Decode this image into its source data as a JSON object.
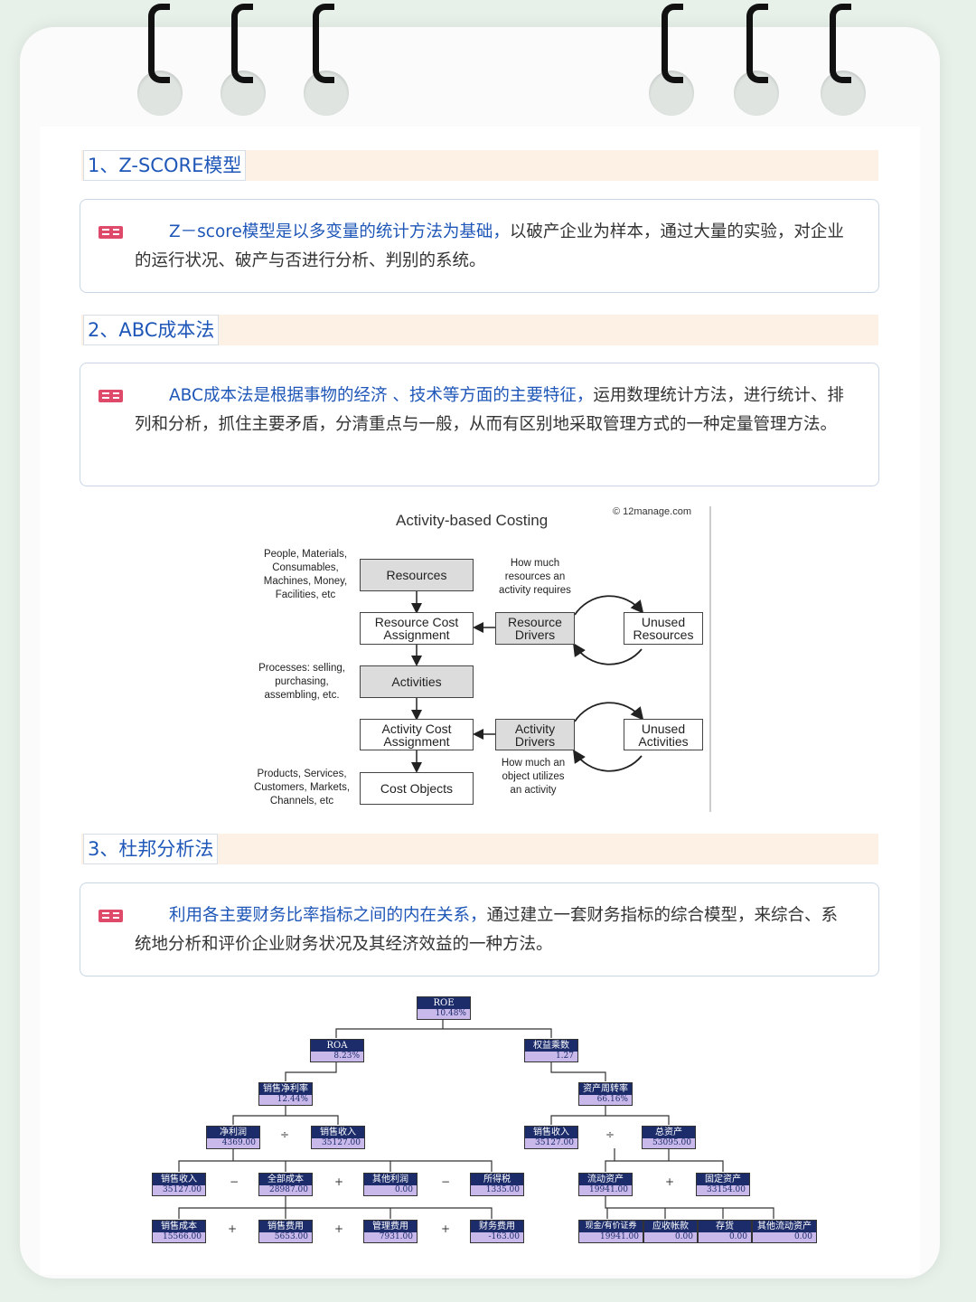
{
  "sections": [
    {
      "title": "1、Z-SCORE模型",
      "highlight": "Z－score模型是以多变量的统计方法为基础，",
      "body": "以破产企业为样本，通过大量的实验，对企业的运行状况、破产与否进行分析、判别的系统。"
    },
    {
      "title": "2、ABC成本法",
      "highlight": "ABC成本法是根据事物的经济 、技术等方面的主要特征，",
      "body": "运用数理统计方法，进行统计、排列和分析，抓住主要矛盾，分清重点与一般，从而有区别地采取管理方式的一种定量管理方法。"
    },
    {
      "title": "3、杜邦分析法",
      "highlight": "利用各主要财务比率指标之间的内在关系，",
      "body": "通过建立一套财务指标的综合模型，来综合、系统地分析和评价企业财务状况及其经济效益的一种方法。"
    }
  ],
  "abc_figure": {
    "title": "Activity-based Costing",
    "copyright": "© 12manage.com",
    "nodes": {
      "resources": "Resources",
      "rca": "Resource Cost Assignment",
      "activities": "Activities",
      "aca": "Activity Cost Assignment",
      "cost_objects": "Cost Objects",
      "resource_drivers": "Resource Drivers",
      "activity_drivers": "Activity Drivers",
      "unused_resources": "Unused Resources",
      "unused_activities": "Unused Activities"
    },
    "labels": {
      "people": "People, Materials, Consumables, Machines, Money, Facilities, etc",
      "processes": "Processes: selling, purchasing, assembling, etc.",
      "products": "Products, Services, Customers, Markets, Channels, etc",
      "how_much_resources": "How much resources an activity requires",
      "how_much_object": "How much an object utilizes an activity"
    }
  },
  "dupont": {
    "roe": {
      "label": "ROE",
      "value": "10.48%"
    },
    "roa": {
      "label": "ROA",
      "value": "8.23%"
    },
    "equity_multiplier": {
      "label": "权益乘数",
      "value": "1.27"
    },
    "net_margin": {
      "label": "销售净利率",
      "value": "12.44%"
    },
    "asset_turnover": {
      "label": "资产周转率",
      "value": "66.16%"
    },
    "net_profit": {
      "label": "净利润",
      "value": "4369.00"
    },
    "sales_l": {
      "label": "销售收入",
      "value": "35127.00"
    },
    "sales_r": {
      "label": "销售收入",
      "value": "35127.00"
    },
    "total_assets": {
      "label": "总资产",
      "value": "53095.00"
    },
    "sales_rev": {
      "label": "销售收入",
      "value": "35127.00"
    },
    "total_cost": {
      "label": "全部成本",
      "value": "28987.00"
    },
    "other_profit": {
      "label": "其他利润",
      "value": "0.00"
    },
    "income_tax": {
      "label": "所得税",
      "value": "1335.00"
    },
    "current_assets": {
      "label": "流动资产",
      "value": "19941.00"
    },
    "fixed_assets": {
      "label": "固定资产",
      "value": "33154.00"
    },
    "cogs": {
      "label": "销售成本",
      "value": "15566.00"
    },
    "selling_exp": {
      "label": "销售费用",
      "value": "5653.00"
    },
    "admin_exp": {
      "label": "管理费用",
      "value": "7931.00"
    },
    "finance_exp": {
      "label": "财务费用",
      "value": "-163.00"
    },
    "cash": {
      "label": "现金/有价证券",
      "value": "19941.00"
    },
    "receivables": {
      "label": "应收帐款",
      "value": "0.00"
    },
    "inventory": {
      "label": "存货",
      "value": "0.00"
    },
    "other_current": {
      "label": "其他流动资产",
      "value": "0.00"
    }
  }
}
